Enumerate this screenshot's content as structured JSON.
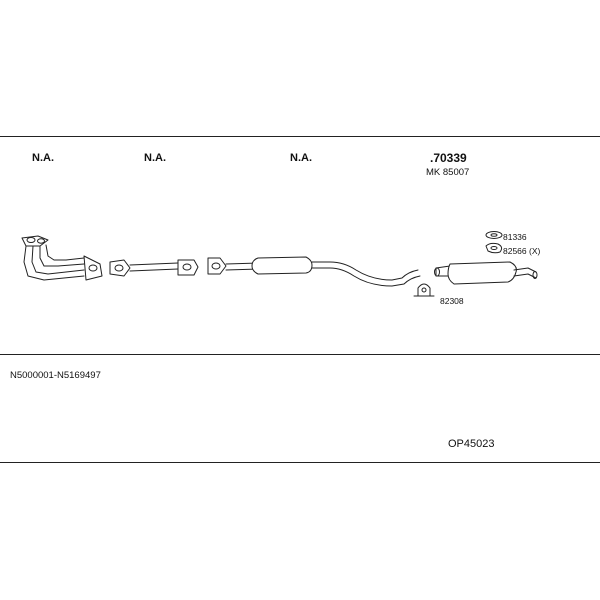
{
  "headers": {
    "part1": "N.A.",
    "part2": "N.A.",
    "part3": "N.A.",
    "part4_number": ".70339",
    "part4_kit": "MK 85007"
  },
  "accessories": {
    "a1": "81336",
    "a2": "82566 (X)",
    "a3": "82308"
  },
  "footer": {
    "serial_range": "N5000001-N5169497",
    "set_code": "OP45023"
  }
}
